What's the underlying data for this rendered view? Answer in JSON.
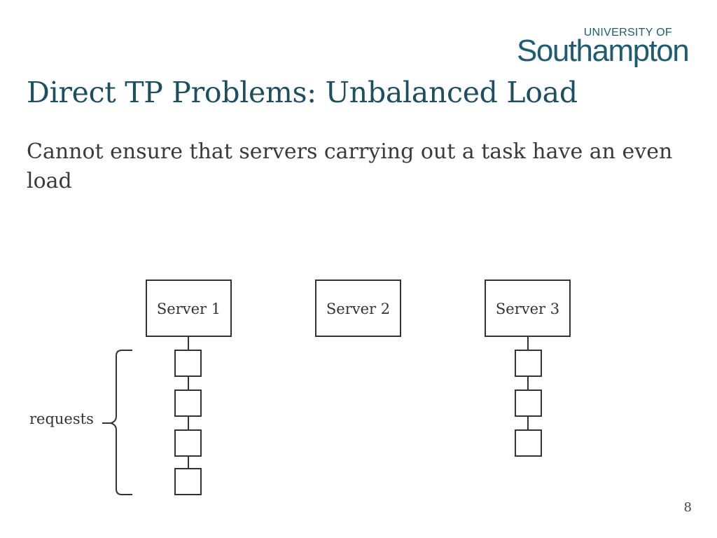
{
  "logo": {
    "line1": "UNIVERSITY OF",
    "line2": "Southampton"
  },
  "title": "Direct TP Problems: Unbalanced Load",
  "body": "Cannot ensure that servers carrying out a task have an even load",
  "diagram": {
    "servers": [
      {
        "label": "Server 1",
        "queued_requests": 4
      },
      {
        "label": "Server 2",
        "queued_requests": 0
      },
      {
        "label": "Server 3",
        "queued_requests": 3
      }
    ],
    "brace_label": "requests"
  },
  "page_number": "8"
}
